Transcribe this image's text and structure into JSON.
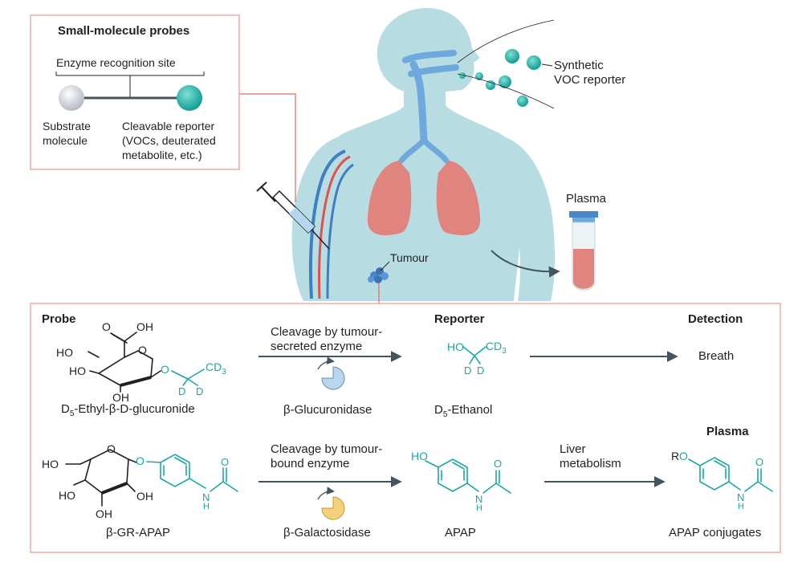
{
  "probes_box": {
    "title": "Small-molecule probes",
    "site_label": "Enzyme recognition site",
    "substrate_line1": "Substrate",
    "substrate_line2": "molecule",
    "reporter_line1": "Cleavable reporter",
    "reporter_line2": "(VOCs, deuterated",
    "reporter_line3": "metabolite, etc.)"
  },
  "body_labels": {
    "voc_line1": "Synthetic",
    "voc_line2": "VOC reporter",
    "plasma": "Plasma",
    "tumour": "Tumour"
  },
  "headers": {
    "probe": "Probe",
    "reporter": "Reporter",
    "detection": "Detection",
    "plasma": "Plasma"
  },
  "row1": {
    "cleavage_line1": "Cleavage by tumour-",
    "cleavage_line2": "secreted enzyme",
    "probe_name_prefix": "D",
    "probe_name_sub": "5",
    "probe_name_rest": "-Ethyl-β-D-glucuronide",
    "enzyme": "β-Glucuronidase",
    "reporter_prefix": "D",
    "reporter_sub": "5",
    "reporter_rest": "-Ethanol",
    "detection": "Breath"
  },
  "row2": {
    "cleavage_line1": "Cleavage by tumour-",
    "cleavage_line2": "bound enzyme",
    "probe_name": "β-GR-APAP",
    "enzyme": "β-Galactosidase",
    "reporter": "APAP",
    "liver_line1": "Liver",
    "liver_line2": "metabolism",
    "conjugates": "APAP conjugates"
  },
  "atoms": {
    "oh": "OH",
    "ho": "HO",
    "o": "O",
    "d": "D",
    "cd": "CD",
    "three": "3",
    "h": "H",
    "n": "N",
    "r": "R"
  },
  "colors": {
    "teal": "#1aa8a4",
    "body": "#b7dde3",
    "lung": "#e0847f",
    "box_border": "#f0a8a4",
    "arrow": "#455560",
    "blue_vessel": "#3f7fc1",
    "red_vessel": "#d9534f"
  }
}
